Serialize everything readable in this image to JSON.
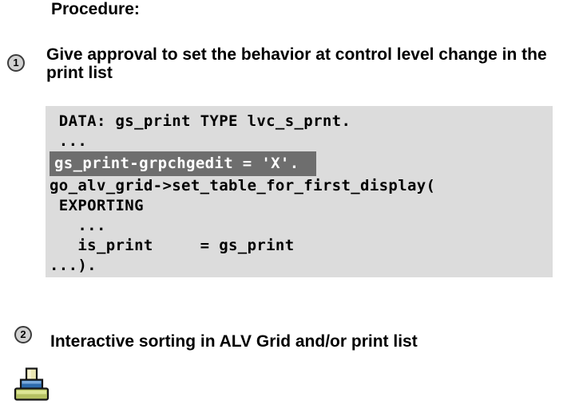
{
  "page": {
    "title": "Procedure:"
  },
  "steps": [
    {
      "number": "1",
      "lines": [
        "Give approval to set the behavior at control level change in the",
        "print list"
      ]
    },
    {
      "number": "2",
      "lines": [
        "Interactive sorting in ALV Grid and/or print list"
      ]
    }
  ],
  "code_block": {
    "lines": [
      " DATA: gs_print TYPE lvc_s_prnt.",
      " ...",
      "gs_print-grpchgedit = 'X'.",
      "go_alv_grid->set_table_for_first_display(",
      " EXPORTING",
      "   ...",
      "   is_print     = gs_print",
      "...)."
    ],
    "highlighted_line_index": 2
  },
  "icons": {
    "printer": "printer-icon"
  },
  "colors": {
    "panel_bg": "#dcdcdc",
    "highlight_bg": "#6e6e6e",
    "highlight_text": "#ffffff",
    "badge_bg": "#d2d2d2",
    "badge_border": "#3c3c3c",
    "printer_paper": "#ece7b2",
    "printer_blue": "#2e6cad",
    "printer_green": "#b5c163",
    "text": "#000000"
  }
}
